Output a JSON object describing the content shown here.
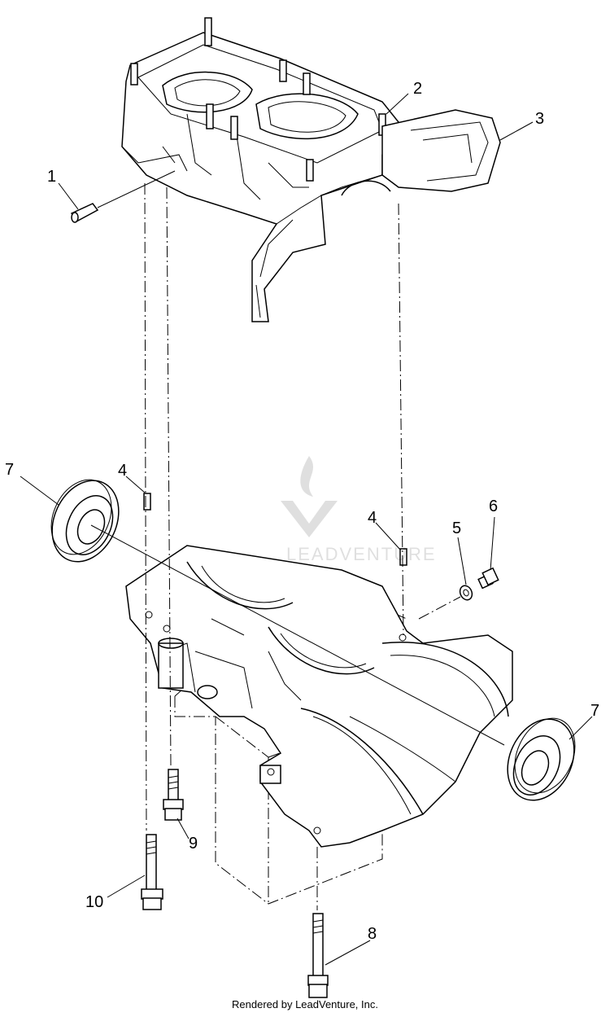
{
  "diagram": {
    "callouts": [
      {
        "id": "1",
        "label": "1"
      },
      {
        "id": "2",
        "label": "2"
      },
      {
        "id": "3",
        "label": "3"
      },
      {
        "id": "4a",
        "label": "4"
      },
      {
        "id": "4b",
        "label": "4"
      },
      {
        "id": "5",
        "label": "5"
      },
      {
        "id": "6",
        "label": "6"
      },
      {
        "id": "7a",
        "label": "7"
      },
      {
        "id": "7b",
        "label": "7"
      },
      {
        "id": "8",
        "label": "8"
      },
      {
        "id": "9",
        "label": "9"
      },
      {
        "id": "10",
        "label": "10"
      }
    ]
  },
  "watermark": {
    "text": "LEADVENTURE"
  },
  "footer": {
    "text": "Rendered by LeadVenture, Inc."
  }
}
